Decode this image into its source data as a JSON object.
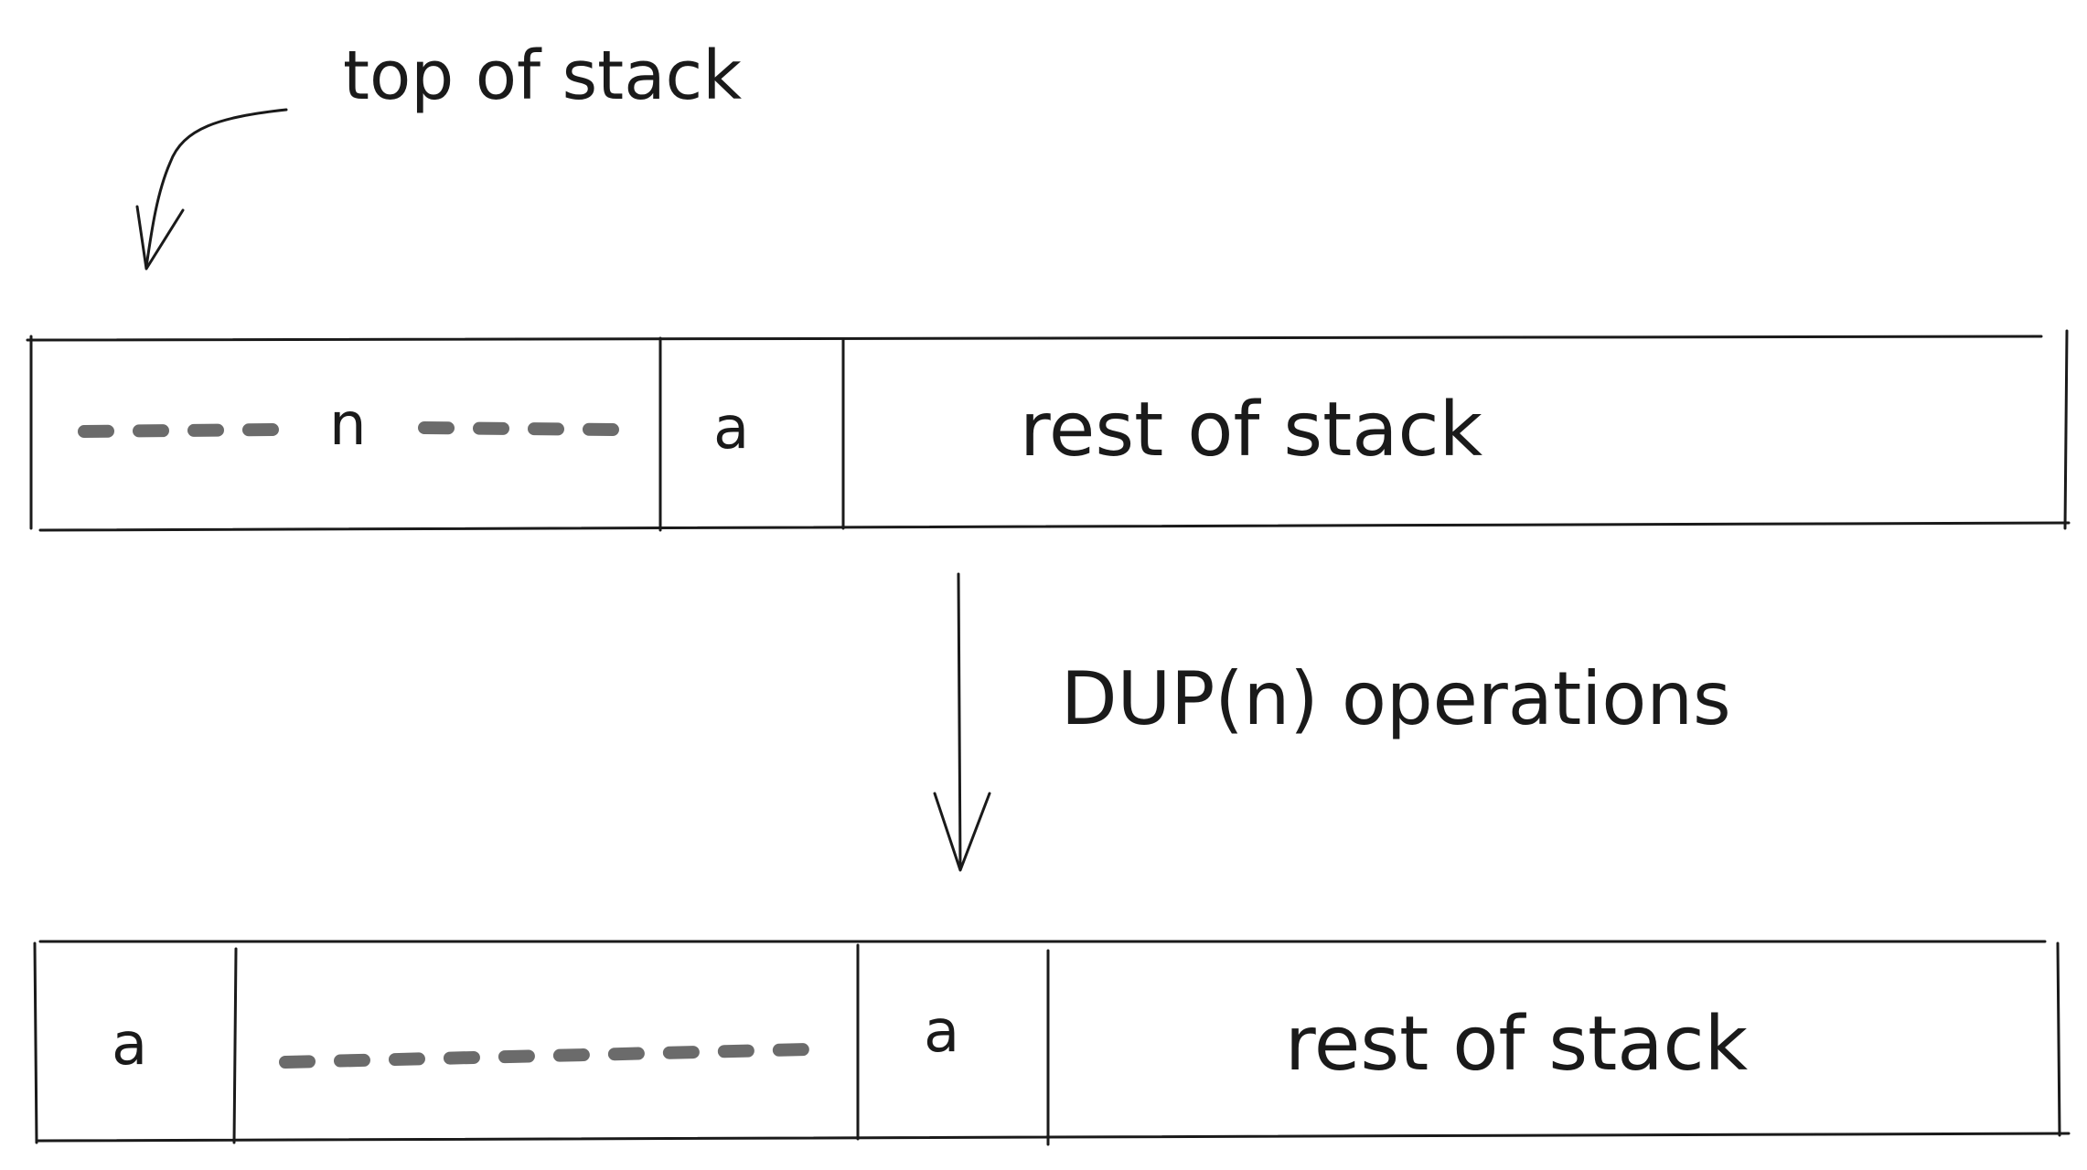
{
  "labels": {
    "top_of_stack": "top of stack",
    "operation": "DUP(n) operations"
  },
  "before": {
    "cells": {
      "n_label": "n",
      "a_label": "a",
      "rest_label": "rest of stack"
    }
  },
  "after": {
    "cells": {
      "a_first_label": "a",
      "a_second_label": "a",
      "rest_label": "rest of stack"
    }
  },
  "colors": {
    "ink": "#1a1a1a",
    "dash": "#6b6b6b",
    "background": "#ffffff"
  }
}
